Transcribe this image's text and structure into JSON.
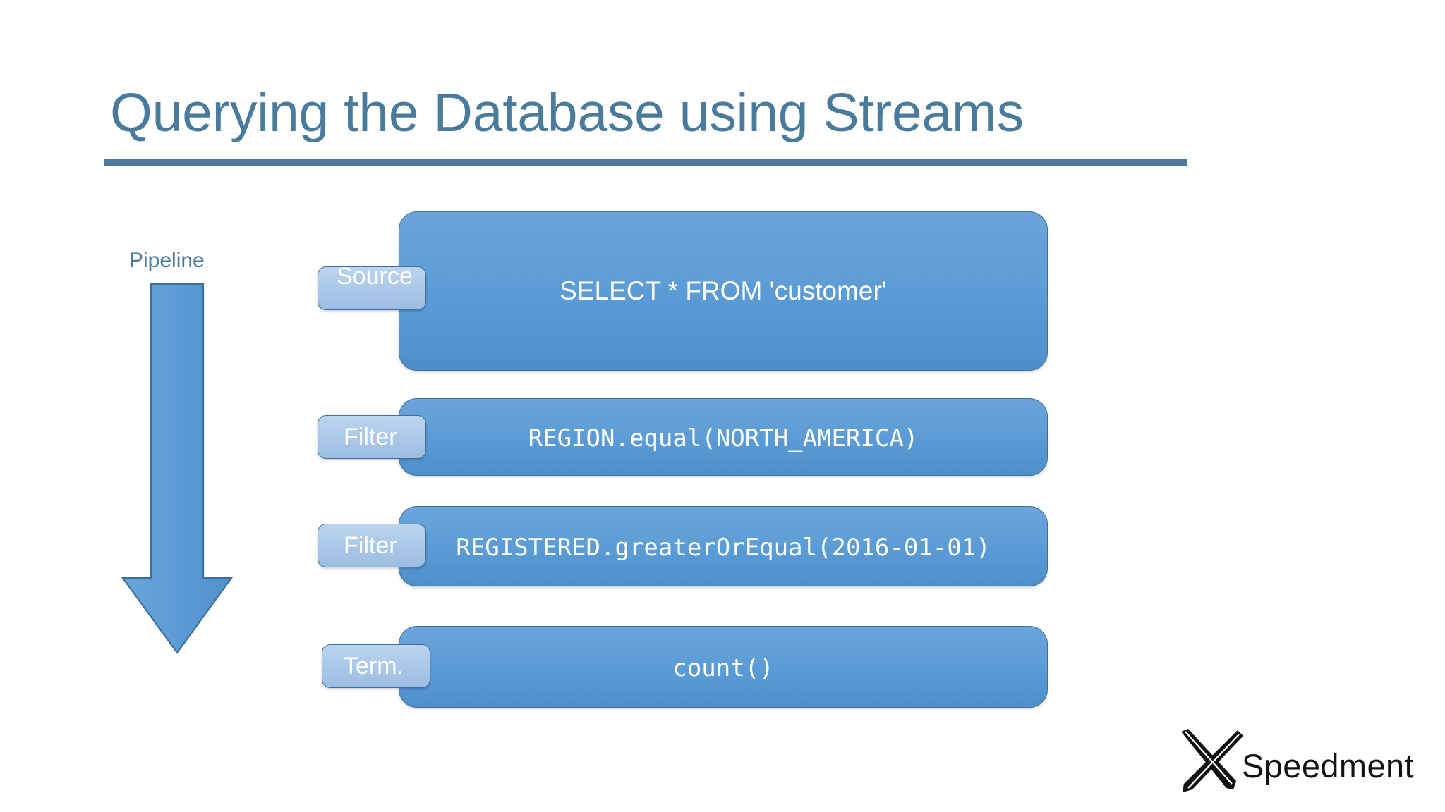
{
  "slide": {
    "title": "Querying the Database using Streams",
    "background_color": "#FFFFFF",
    "accent_color": "#4A7B9D",
    "box_fill_color": "#5B9BD5",
    "box_border_color": "#3D6E9E",
    "tag_fill_color": "#A8C6E7"
  },
  "pipeline": {
    "label": "Pipeline",
    "arrow_direction": "down"
  },
  "stages": [
    {
      "tag": "Source",
      "expression": "SELECT * FROM 'customer'",
      "font": "sans"
    },
    {
      "tag": "Filter",
      "expression": "REGION.equal(NORTH_AMERICA)",
      "font": "mono"
    },
    {
      "tag": "Filter",
      "expression": "REGISTERED.greaterOrEqual(2016-01-01)",
      "font": "mono"
    },
    {
      "tag": "Term.",
      "expression": "count()",
      "font": "mono"
    }
  ],
  "logo": {
    "text": "Speedment",
    "mark": "crossed-pens-x-icon"
  }
}
